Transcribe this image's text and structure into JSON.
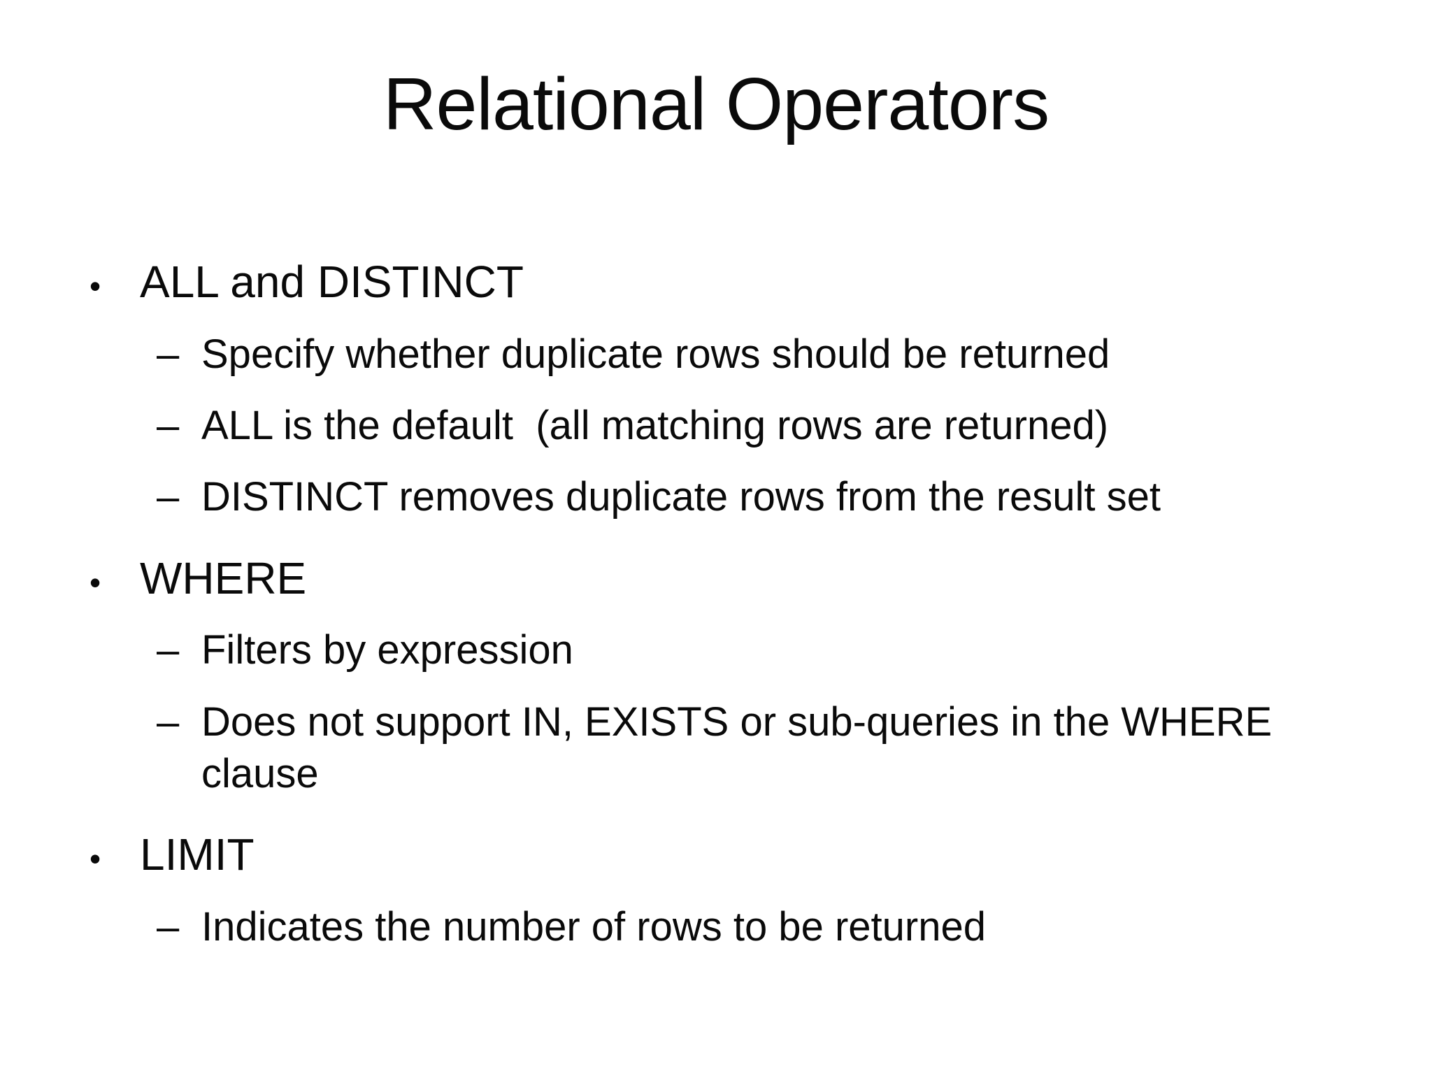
{
  "glyphs": {
    "bullet": "•",
    "dash": "–"
  },
  "slide": {
    "title": "Relational Operators",
    "bullets": [
      {
        "label": "ALL and DISTINCT",
        "subs": [
          "Specify whether duplicate rows should be returned",
          "ALL is the default  (all matching rows are returned)",
          "DISTINCT removes duplicate rows from the result set"
        ]
      },
      {
        "label": "WHERE",
        "subs": [
          "Filters by expression",
          "Does not support IN, EXISTS or sub-queries in the WHERE clause"
        ]
      },
      {
        "label": "LIMIT",
        "subs": [
          "Indicates the number of rows to be returned"
        ]
      }
    ]
  }
}
